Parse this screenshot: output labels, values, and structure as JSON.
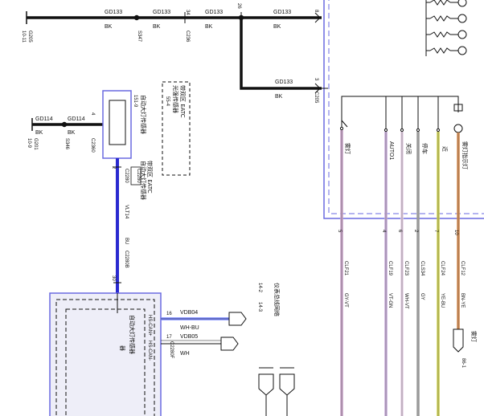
{
  "wires": {
    "top": {
      "segments": [
        "GD133",
        "GD133",
        "GD133",
        "GD133"
      ],
      "colors": [
        "BK",
        "BK",
        "BK",
        "BK"
      ]
    },
    "mid": {
      "name": "GD133",
      "color": "BK"
    },
    "left": {
      "names": [
        "GD114",
        "GD114"
      ],
      "colors": [
        "BK",
        "BK"
      ]
    },
    "vlt": {
      "name": "VLT14",
      "color": "BU"
    },
    "vdb04": {
      "name": "VDB04",
      "color": "WH-BU"
    },
    "vdb05": {
      "name": "VDB05",
      "color": "WH"
    }
  },
  "connectors": {
    "g205": "G205",
    "g205_sub": "10-11",
    "s347": "S347",
    "c236": "C236",
    "c205a": "C205",
    "pin26": "26",
    "pin34": "34",
    "pin8": "8",
    "pin3": "3",
    "g201": "G201",
    "g201_sub": "10-9",
    "s346": "S346",
    "c2360": "C2360",
    "pin4": "4",
    "c2280": "C2280",
    "pin2": "2",
    "pin151": "151-9",
    "c2280b": "C2280B",
    "pin30": "30",
    "pin16": "16",
    "pin17": "17",
    "c2280f": "C2280F"
  },
  "labels": {
    "eatc_box": "带双区 EATC\n光强传感器",
    "eatc_ref": "55-4",
    "eatc_left": "带双区 EATC",
    "c2280_note": "C2280",
    "auto_lamp": "自动大灯传感器",
    "module_title": "自动大灯传感器",
    "module_sub": "器",
    "hs_can_plus": "HS-\nCAN+",
    "hs_can_minus": "HS-\nCAN-",
    "fault_group": "仪表总线网络",
    "fault_ref_a": "14-2",
    "fault_ref_b": "14-3",
    "switch_labels": [
      "雾灯",
      "AUTO1",
      "关闭",
      "停车",
      "近",
      "雾灯指示灯"
    ],
    "right_ref": "86-1",
    "right_lamp_label": "雾灯"
  },
  "pins_right": [
    "5",
    "4",
    "6",
    "2",
    "7",
    "10"
  ],
  "clf": [
    {
      "circuit": "CLF21",
      "color": "GY-VT"
    },
    {
      "circuit": "CLF19",
      "color": "VT-GN"
    },
    {
      "circuit": "CLF23",
      "color": "WH-VT"
    },
    {
      "circuit": "CLS34",
      "color": "GY"
    },
    {
      "circuit": "CLF24",
      "color": "YE-BU"
    },
    {
      "circuit": "CLF12",
      "color": "BN-YE"
    }
  ],
  "colors": {
    "wire_black": "#111111",
    "wire_blue": "#2a2ad0",
    "module_frame": "#6a6ae0",
    "module_fill": "#eeeef8",
    "clf_gy_vt": "#c9a0c9",
    "clf_vt_gn": "#c6a8d8",
    "clf_wh_vt": "#e6cfe6",
    "clf_gy": "#9a9a9a",
    "clf_ye_bu": "#cfd24a",
    "clf_bn_ye": "#d98a4a",
    "wh_bu": "#7a88ff"
  }
}
